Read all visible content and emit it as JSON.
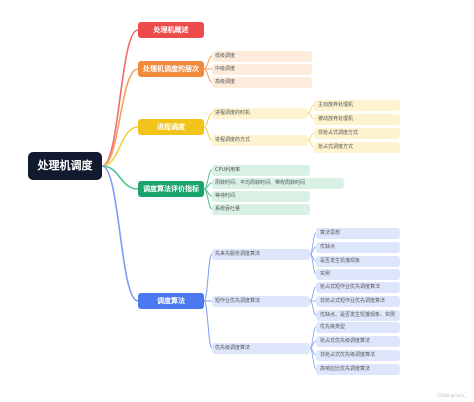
{
  "root": "处理机调度",
  "branches": [
    {
      "label": "处理机概述",
      "color": "#ee4b4b",
      "children": []
    },
    {
      "label": "处理机调度的层次",
      "color": "#f08a3c",
      "children": [
        {
          "label": "低级调度",
          "children": []
        },
        {
          "label": "中级调度",
          "children": []
        },
        {
          "label": "高级调度",
          "children": []
        }
      ]
    },
    {
      "label": "进程调度",
      "color": "#f2c31b",
      "children": [
        {
          "label": "进程调度的时机",
          "children": [
            "主动放弃处理机",
            "被动放弃处理机"
          ]
        },
        {
          "label": "进程调度的方式",
          "children": [
            "非抢占式调度方式",
            "抢占式调度方式"
          ]
        }
      ]
    },
    {
      "label": "调度算法评价指标",
      "color": "#1aa46b",
      "children": [
        {
          "label": "CPU利用率",
          "children": []
        },
        {
          "label": "周转时间、平均周转时间、带权周转时间",
          "children": []
        },
        {
          "label": "等待时间",
          "children": []
        },
        {
          "label": "系统吞吐量",
          "children": []
        }
      ]
    },
    {
      "label": "调度算法",
      "color": "#4d79f0",
      "children": [
        {
          "label": "先来先服务调度算法",
          "children": [
            "算法思想",
            "优缺点",
            "是否发生饥饿现象",
            "实例"
          ]
        },
        {
          "label": "短作业优先调度算法",
          "children": [
            "抢占式短作业优先调度算法",
            "非抢占式短作业优先调度算法",
            "优缺点、是否发生饥饿现象、实例"
          ]
        },
        {
          "label": "优先级调度算法",
          "children": [
            "优先级类型",
            "抢占式优先级调度算法",
            "非抢占式优先级调度算法",
            "高响应比优先调度算法"
          ]
        }
      ]
    }
  ],
  "watermark": "CSDN @Coco_",
  "colors": {
    "root_bg": "#111a2e",
    "tints": [
      "#fde3e3",
      "#fdebdc",
      "#fdf4cf",
      "#d9f1e5",
      "#dee6fb"
    ],
    "links": [
      "#f06b6b",
      "#f4a160",
      "#f4d04a",
      "#4fc08f",
      "#7d9cf4"
    ]
  }
}
